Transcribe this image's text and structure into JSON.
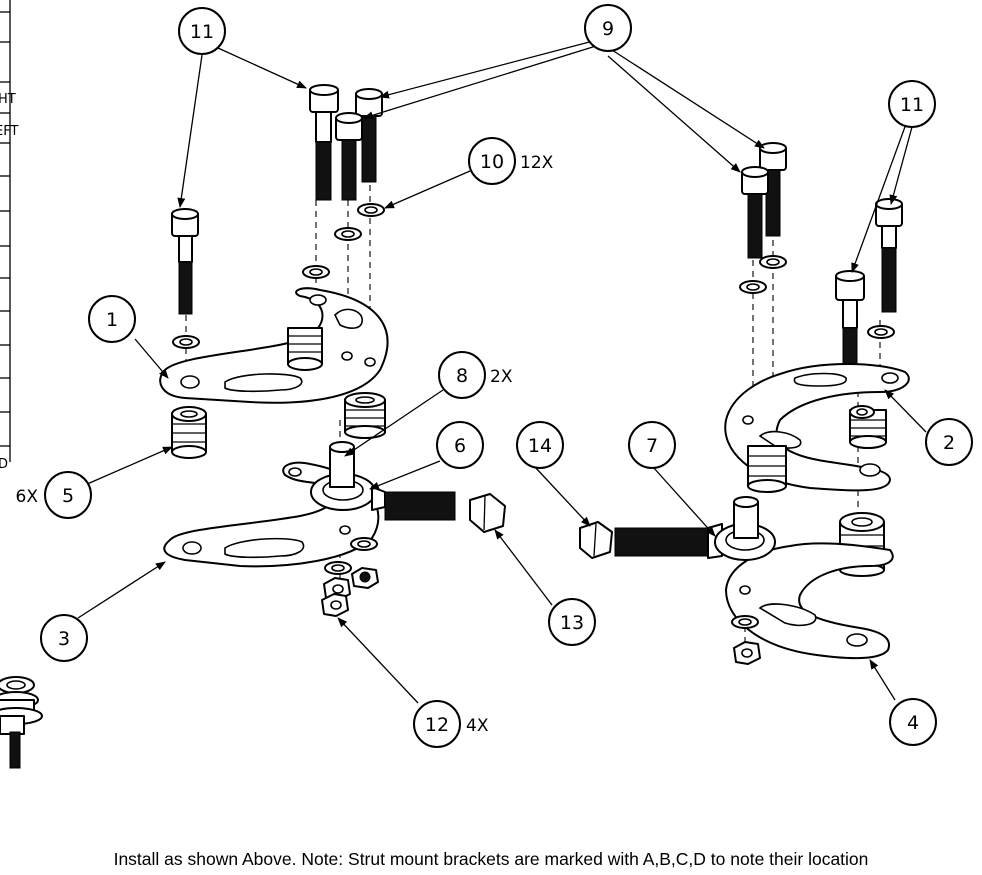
{
  "bom_fragments": [
    "HT",
    "EFT",
    "D"
  ],
  "balloons": [
    {
      "num": "1",
      "qty": ""
    },
    {
      "num": "2",
      "qty": ""
    },
    {
      "num": "3",
      "qty": ""
    },
    {
      "num": "4",
      "qty": ""
    },
    {
      "num": "5",
      "qty": "6X"
    },
    {
      "num": "6",
      "qty": ""
    },
    {
      "num": "7",
      "qty": ""
    },
    {
      "num": "8",
      "qty": "2X"
    },
    {
      "num": "9",
      "qty": ""
    },
    {
      "num": "10",
      "qty": "12X"
    },
    {
      "num": "11",
      "qty": ""
    },
    {
      "num": "11",
      "qty": ""
    },
    {
      "num": "12",
      "qty": "4X"
    },
    {
      "num": "13",
      "qty": ""
    },
    {
      "num": "14",
      "qty": ""
    }
  ],
  "note": "Install as shown Above. Note: Strut mount brackets are marked with A,B,C,D to note their location"
}
